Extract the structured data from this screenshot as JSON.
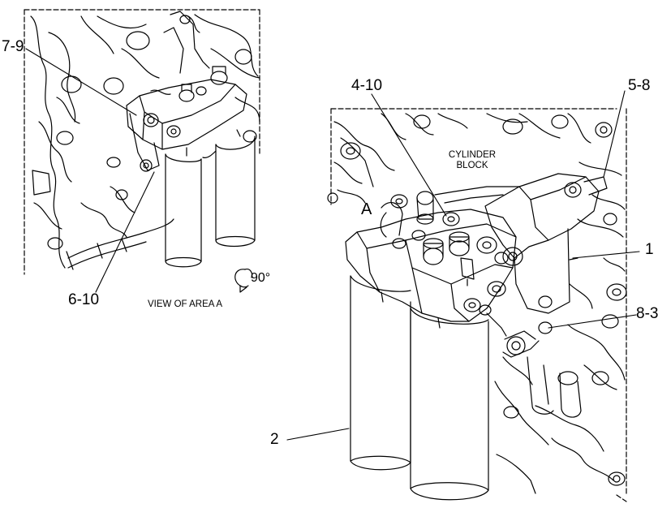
{
  "callouts": {
    "c79": "7-9",
    "c610": "6-10",
    "c410": "4-10",
    "c58": "5-8",
    "c1": "1",
    "c83": "8-3",
    "c2": "2"
  },
  "labels": {
    "area_marker": "A",
    "cylinder_line1": "CYLINDER",
    "cylinder_line2": "BLOCK",
    "view_caption": "VIEW OF AREA  A",
    "rotation": "90°"
  }
}
